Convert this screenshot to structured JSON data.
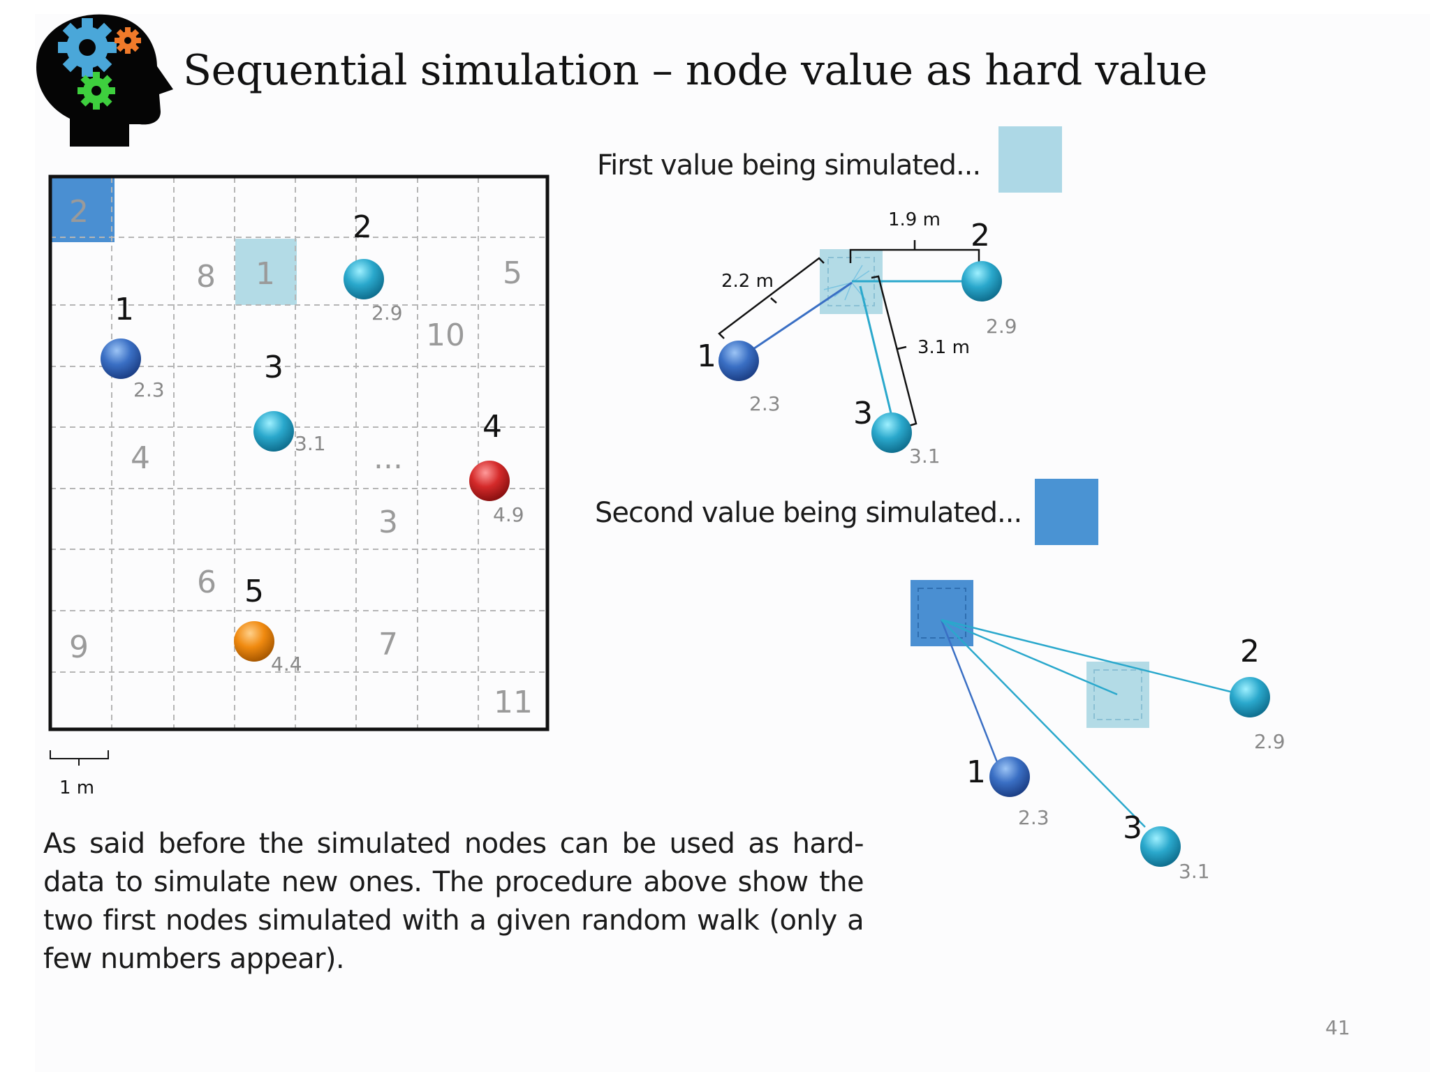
{
  "slide": {
    "title": "Sequential simulation – node value as hard value",
    "page_number": "41"
  },
  "grid": {
    "cell_numbers": [
      {
        "id": "c2",
        "text": "2"
      },
      {
        "id": "c1",
        "text": "1"
      },
      {
        "id": "c8",
        "text": "8"
      },
      {
        "id": "c5",
        "text": "5"
      },
      {
        "id": "c10",
        "text": "10"
      },
      {
        "id": "c4",
        "text": "4"
      },
      {
        "id": "cdots",
        "text": "..."
      },
      {
        "id": "c3",
        "text": "3"
      },
      {
        "id": "c6",
        "text": "6"
      },
      {
        "id": "c9",
        "text": "9"
      },
      {
        "id": "c7",
        "text": "7"
      },
      {
        "id": "c11",
        "text": "11"
      }
    ],
    "nodes": [
      {
        "id": "1",
        "label": "1",
        "value": "2.3",
        "color": "#3a6fc4"
      },
      {
        "id": "2",
        "label": "2",
        "value": "2.9",
        "color": "#2aa8cc"
      },
      {
        "id": "3",
        "label": "3",
        "value": "3.1",
        "color": "#2aa8cc"
      },
      {
        "id": "4",
        "label": "4",
        "value": "4.9",
        "color": "#d42a2a"
      },
      {
        "id": "5",
        "label": "5",
        "value": "4.4",
        "color": "#f08a10"
      }
    ],
    "scale_label": "1 m",
    "colors": {
      "first_cell": "#add8e6",
      "second_cell": "#4a8fd2"
    }
  },
  "first_panel": {
    "heading": "First value being simulated...",
    "distances": {
      "d1": "2.2 m",
      "d2": "1.9 m",
      "d3": "3.1 m"
    },
    "nodes": [
      {
        "label": "1",
        "value": "2.3"
      },
      {
        "label": "2",
        "value": "2.9"
      },
      {
        "label": "3",
        "value": "3.1"
      }
    ]
  },
  "second_panel": {
    "heading": "Second value being simulated...",
    "nodes": [
      {
        "label": "1",
        "value": "2.3"
      },
      {
        "label": "2",
        "value": "2.9"
      },
      {
        "label": "3",
        "value": "3.1"
      }
    ]
  },
  "caption": "As said before the simulated nodes can be used as hard-data to simulate new ones. The procedure above show the two first nodes simulated with a given random walk (only a few numbers appear)."
}
